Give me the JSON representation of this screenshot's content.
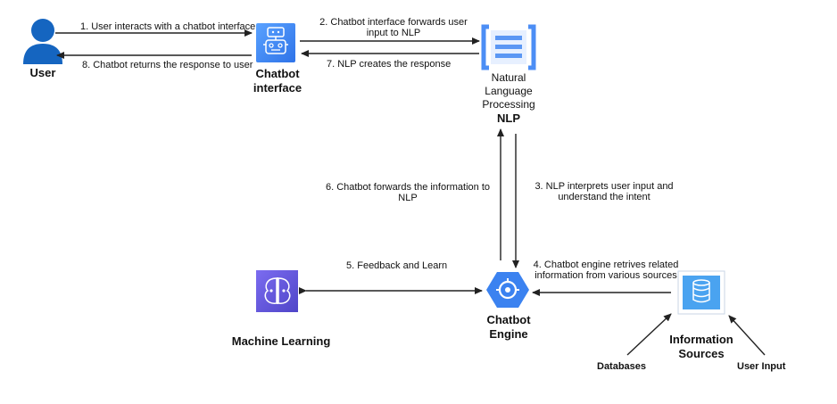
{
  "nodes": {
    "user": {
      "label": "User"
    },
    "chatbot_interface": {
      "line1": "Chatbot",
      "line2": "interface"
    },
    "nlp": {
      "line1": "Natural",
      "line2": "Language",
      "line3": "Processing",
      "line4": "NLP"
    },
    "chatbot_engine": {
      "line1": "Chatbot",
      "line2": "Engine"
    },
    "machine_learning": {
      "label": "Machine Learning"
    },
    "information_sources": {
      "line1": "Information",
      "line2": "Sources"
    },
    "databases": {
      "label": "Databases"
    },
    "user_input": {
      "label": "User Input"
    }
  },
  "steps": {
    "s1": "1. User interacts with a chatbot interface",
    "s2_line1": "2. Chatbot interface forwards user",
    "s2_line2": "input to NLP",
    "s3_line1": "3. NLP interprets user input and",
    "s3_line2": "understand the intent",
    "s4_line1": "4. Chatbot engine retrives related",
    "s4_line2": "information from various sources",
    "s5": "5. Feedback and Learn",
    "s6_line1": "6. Chatbot forwards the information to",
    "s6_line2": "NLP",
    "s7": "7. NLP creates the response",
    "s8": "8. Chatbot returns the response to user"
  },
  "colors": {
    "user_blue": "#1565c0",
    "interface_blue": "#3a8ef6",
    "nlp_blue": "#4c8ef5",
    "engine_blue": "#3b82f0",
    "ml_purple": "#6a5ce0",
    "db_blue": "#4aa3f0",
    "arrow": "#222222"
  }
}
